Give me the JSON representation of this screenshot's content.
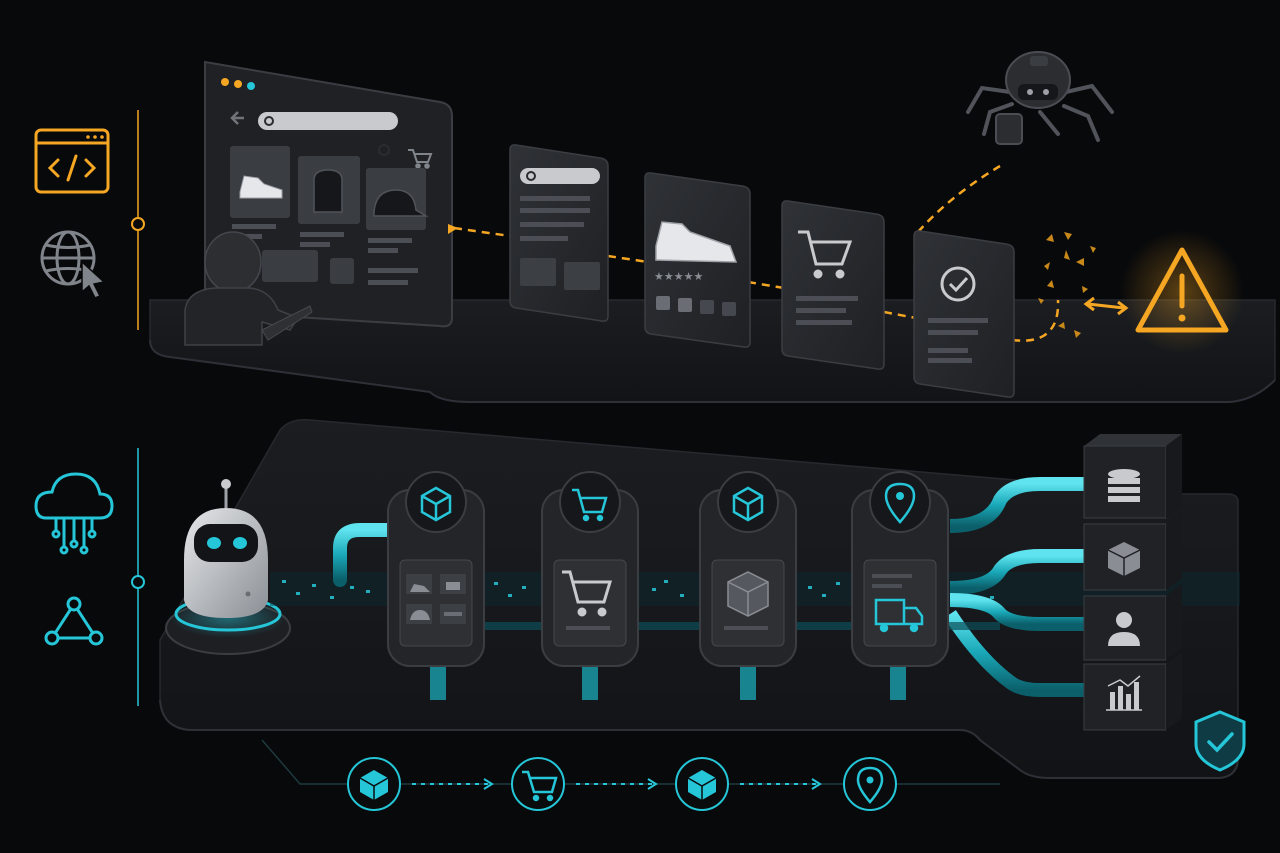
{
  "colors": {
    "background": "#08090b",
    "platform": "#17191d",
    "platform_edge": "#24272c",
    "card": "#26282c",
    "card_edge": "#3a3d42",
    "placeholder": "#4b4e54",
    "amber_accent": "#f5a623",
    "cyan_accent": "#25c6d8",
    "icon_gray": "#7c8088"
  },
  "top_panel": {
    "side_icons": [
      "code-window-icon",
      "globe-cursor-icon"
    ],
    "browser": {
      "traffic_lights": [
        "#f5a623",
        "#f5a623",
        "#25c6d8"
      ],
      "products": [
        "sneaker-icon",
        "backpack-icon",
        "cap-icon"
      ],
      "header_icons": [
        "back-arrow-icon",
        "search-icon",
        "cart-icon"
      ]
    },
    "user": "person-at-laptop-icon",
    "journey_steps": [
      {
        "icon": "search-icon",
        "page": "search-results"
      },
      {
        "icon": "sneaker-icon",
        "page": "product-detail",
        "rating": 5
      },
      {
        "icon": "cart-icon",
        "page": "cart"
      },
      {
        "icon": "check-circle-icon",
        "page": "confirmation"
      }
    ],
    "crawler_bot": "spider-bot-icon",
    "break_effect": "shatter-icon",
    "warning": "warning-triangle-icon"
  },
  "bottom_panel": {
    "side_icons": [
      "cloud-network-icon",
      "graph-nodes-icon"
    ],
    "agent": "robot-agent-icon",
    "stages": [
      {
        "top_icon": "box-icon",
        "screen_icon": "product-grid-icon"
      },
      {
        "top_icon": "cart-icon",
        "screen_icon": "cart-icon"
      },
      {
        "top_icon": "box-icon",
        "screen_icon": "package-icon"
      },
      {
        "top_icon": "location-pin-icon",
        "screen_icon": "delivery-truck-icon"
      }
    ],
    "outputs": [
      "database-icon",
      "cube-icon",
      "user-icon",
      "bar-chart-icon"
    ],
    "badge": "shield-check-icon",
    "flow_icons": [
      "box-icon",
      "cart-icon",
      "box-icon",
      "location-pin-icon"
    ]
  }
}
